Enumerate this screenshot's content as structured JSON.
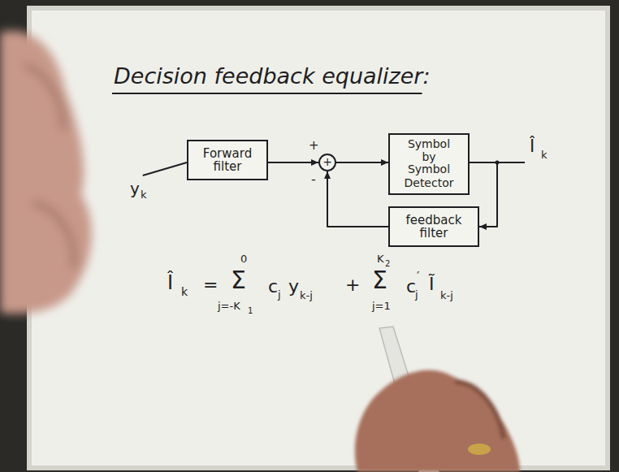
{
  "diagram": {
    "title": "Decision feedback equalizer:",
    "nodes": [
      {
        "text": [
          "Forward filter"
        ]
      },
      {
        "text": [
          "+"
        ]
      },
      {
        "text": [
          "Symbol by Symbol",
          "Detector"
        ]
      },
      {
        "text": [
          "feedback filter"
        ]
      }
    ],
    "edges": [
      {
        "from": 0,
        "to": 1,
        "arrow": "to"
      },
      {
        "from": 1,
        "to": 2,
        "arrow": "to"
      },
      {
        "from": 2,
        "to": 3,
        "arrow": "to"
      },
      {
        "from": 3,
        "to": 1,
        "arrow": "to"
      }
    ],
    "labels": [
      "y",
      "k",
      "+",
      "-",
      "Î",
      "k",
      "Î",
      "k",
      "=",
      "Σ",
      "0",
      "j=-K",
      "1",
      "c",
      "j",
      "y",
      "k-j",
      "+",
      "Σ",
      "K",
      "2",
      "j=1",
      "c",
      "j",
      "′",
      "Ĩ",
      "k-j"
    ]
  }
}
